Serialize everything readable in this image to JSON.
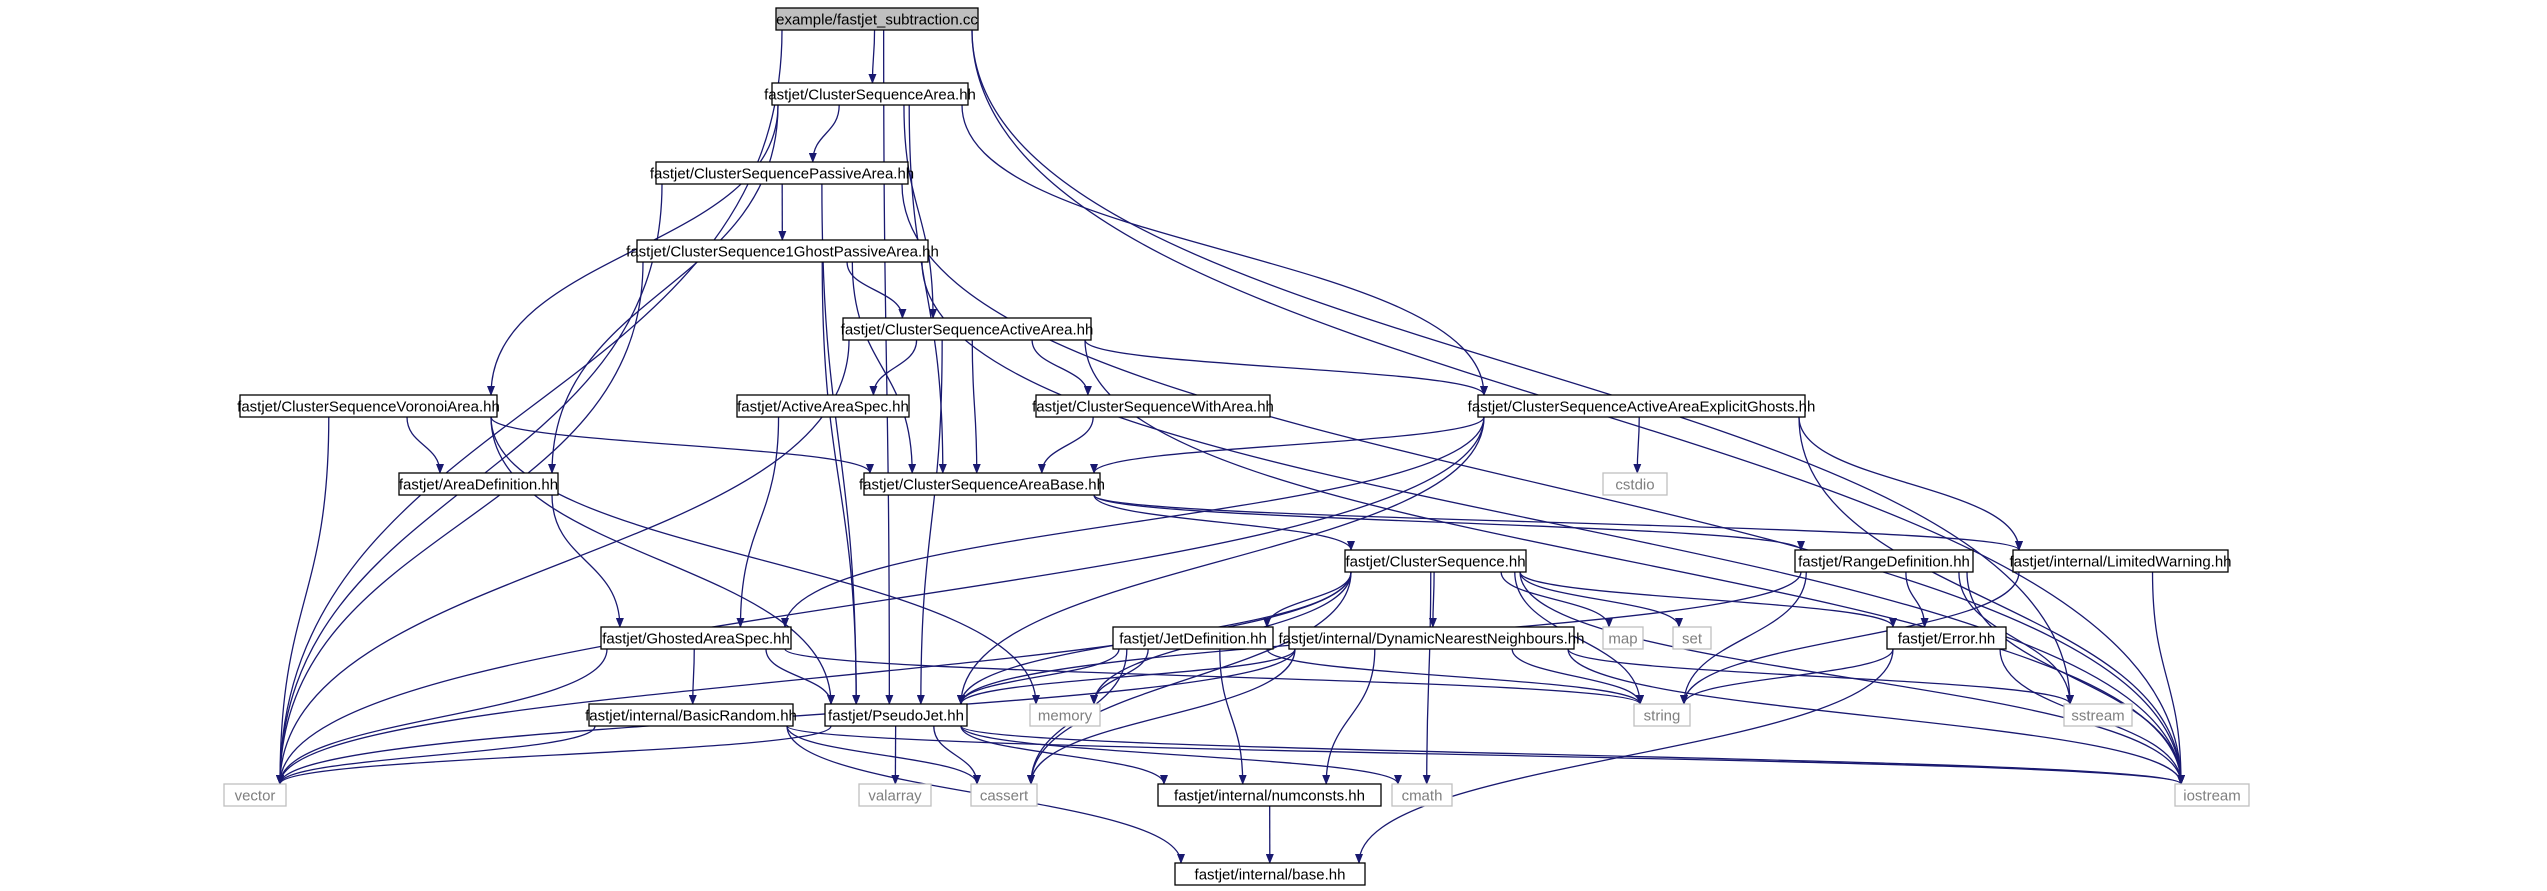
{
  "colors": {
    "edge": "#191970",
    "root_fill": "#bfbfbf",
    "node_border": "#000000",
    "external_border": "#bfbfbf",
    "external_text": "#7f7f7f"
  },
  "nodes": [
    {
      "id": "root",
      "label": "example/fastjet_subtraction.cc",
      "kind": "root"
    },
    {
      "id": "csa",
      "label": "fastjet/ClusterSequenceArea.hh",
      "kind": "header"
    },
    {
      "id": "cspa",
      "label": "fastjet/ClusterSequencePassiveArea.hh",
      "kind": "header"
    },
    {
      "id": "cs1g",
      "label": "fastjet/ClusterSequence1GhostPassiveArea.hh",
      "kind": "header"
    },
    {
      "id": "csaa",
      "label": "fastjet/ClusterSequenceActiveArea.hh",
      "kind": "header"
    },
    {
      "id": "csva",
      "label": "fastjet/ClusterSequenceVoronoiArea.hh",
      "kind": "header"
    },
    {
      "id": "aas",
      "label": "fastjet/ActiveAreaSpec.hh",
      "kind": "header"
    },
    {
      "id": "cswa",
      "label": "fastjet/ClusterSequenceWithArea.hh",
      "kind": "header"
    },
    {
      "id": "csaaeg",
      "label": "fastjet/ClusterSequenceActiveAreaExplicitGhosts.hh",
      "kind": "header"
    },
    {
      "id": "cstdio",
      "label": "cstdio",
      "kind": "external"
    },
    {
      "id": "ad",
      "label": "fastjet/AreaDefinition.hh",
      "kind": "header"
    },
    {
      "id": "csab",
      "label": "fastjet/ClusterSequenceAreaBase.hh",
      "kind": "header"
    },
    {
      "id": "cs",
      "label": "fastjet/ClusterSequence.hh",
      "kind": "header"
    },
    {
      "id": "rd",
      "label": "fastjet/RangeDefinition.hh",
      "kind": "header"
    },
    {
      "id": "lw",
      "label": "fastjet/internal/LimitedWarning.hh",
      "kind": "header"
    },
    {
      "id": "gas",
      "label": "fastjet/GhostedAreaSpec.hh",
      "kind": "header"
    },
    {
      "id": "jd",
      "label": "fastjet/JetDefinition.hh",
      "kind": "header"
    },
    {
      "id": "dnn",
      "label": "fastjet/internal/DynamicNearestNeighbours.hh",
      "kind": "header"
    },
    {
      "id": "map",
      "label": "map",
      "kind": "external"
    },
    {
      "id": "set",
      "label": "set",
      "kind": "external"
    },
    {
      "id": "err",
      "label": "fastjet/Error.hh",
      "kind": "header"
    },
    {
      "id": "br",
      "label": "fastjet/internal/BasicRandom.hh",
      "kind": "header"
    },
    {
      "id": "pj",
      "label": "fastjet/PseudoJet.hh",
      "kind": "header"
    },
    {
      "id": "memory",
      "label": "memory",
      "kind": "external"
    },
    {
      "id": "string",
      "label": "string",
      "kind": "external"
    },
    {
      "id": "sstream",
      "label": "sstream",
      "kind": "external"
    },
    {
      "id": "vector",
      "label": "vector",
      "kind": "external"
    },
    {
      "id": "valarray",
      "label": "valarray",
      "kind": "external"
    },
    {
      "id": "cassert",
      "label": "cassert",
      "kind": "external"
    },
    {
      "id": "nc",
      "label": "fastjet/internal/numconsts.hh",
      "kind": "header"
    },
    {
      "id": "cmath",
      "label": "cmath",
      "kind": "external"
    },
    {
      "id": "iostream",
      "label": "iostream",
      "kind": "external"
    },
    {
      "id": "base",
      "label": "fastjet/internal/base.hh",
      "kind": "header"
    }
  ],
  "edges": [
    [
      "root",
      "csa"
    ],
    [
      "root",
      "vector"
    ],
    [
      "root",
      "sstream"
    ],
    [
      "root",
      "iostream"
    ],
    [
      "root",
      "pj"
    ],
    [
      "csa",
      "cspa"
    ],
    [
      "csa",
      "csaa"
    ],
    [
      "csa",
      "csva"
    ],
    [
      "csa",
      "csaaeg"
    ],
    [
      "csa",
      "ad"
    ],
    [
      "csa",
      "csab"
    ],
    [
      "cspa",
      "cs1g"
    ],
    [
      "cspa",
      "vector"
    ],
    [
      "cspa",
      "iostream"
    ],
    [
      "cspa",
      "pj"
    ],
    [
      "cs1g",
      "csaa"
    ],
    [
      "cs1g",
      "csab"
    ],
    [
      "cs1g",
      "vector"
    ],
    [
      "cs1g",
      "iostream"
    ],
    [
      "cs1g",
      "pj"
    ],
    [
      "csaa",
      "aas"
    ],
    [
      "csaa",
      "cswa"
    ],
    [
      "csaa",
      "csaaeg"
    ],
    [
      "csaa",
      "csab"
    ],
    [
      "csaa",
      "pj"
    ],
    [
      "csaa",
      "vector"
    ],
    [
      "csaa",
      "iostream"
    ],
    [
      "csva",
      "ad"
    ],
    [
      "csva",
      "csab"
    ],
    [
      "csva",
      "vector"
    ],
    [
      "csva",
      "pj"
    ],
    [
      "csva",
      "memory"
    ],
    [
      "aas",
      "gas"
    ],
    [
      "cswa",
      "csab"
    ],
    [
      "csaaeg",
      "csab"
    ],
    [
      "csaaeg",
      "cstdio"
    ],
    [
      "csaaeg",
      "lw"
    ],
    [
      "csaaeg",
      "iostream"
    ],
    [
      "csaaeg",
      "gas"
    ],
    [
      "csaaeg",
      "pj"
    ],
    [
      "csaaeg",
      "vector"
    ],
    [
      "ad",
      "gas"
    ],
    [
      "csab",
      "cs"
    ],
    [
      "csab",
      "rd"
    ],
    [
      "csab",
      "lw"
    ],
    [
      "cs",
      "jd"
    ],
    [
      "cs",
      "dnn"
    ],
    [
      "cs",
      "map"
    ],
    [
      "cs",
      "set"
    ],
    [
      "cs",
      "err"
    ],
    [
      "cs",
      "string"
    ],
    [
      "cs",
      "iostream"
    ],
    [
      "cs",
      "cmath"
    ],
    [
      "cs",
      "memory"
    ],
    [
      "cs",
      "cassert"
    ],
    [
      "cs",
      "pj"
    ],
    [
      "cs",
      "vector"
    ],
    [
      "rd",
      "pj"
    ],
    [
      "rd",
      "err"
    ],
    [
      "rd",
      "sstream"
    ],
    [
      "rd",
      "iostream"
    ],
    [
      "rd",
      "string"
    ],
    [
      "lw",
      "iostream"
    ],
    [
      "lw",
      "string"
    ],
    [
      "gas",
      "br"
    ],
    [
      "gas",
      "pj"
    ],
    [
      "gas",
      "vector"
    ],
    [
      "gas",
      "string"
    ],
    [
      "jd",
      "pj"
    ],
    [
      "jd",
      "string"
    ],
    [
      "jd",
      "memory"
    ],
    [
      "jd",
      "cassert"
    ],
    [
      "jd",
      "nc"
    ],
    [
      "dnn",
      "pj"
    ],
    [
      "dnn",
      "string"
    ],
    [
      "dnn",
      "cassert"
    ],
    [
      "dnn",
      "nc"
    ],
    [
      "dnn",
      "iostream"
    ],
    [
      "dnn",
      "sstream"
    ],
    [
      "dnn",
      "vector"
    ],
    [
      "err",
      "string"
    ],
    [
      "err",
      "iostream"
    ],
    [
      "err",
      "base"
    ],
    [
      "br",
      "vector"
    ],
    [
      "br",
      "cassert"
    ],
    [
      "br",
      "base"
    ],
    [
      "br",
      "iostream"
    ],
    [
      "pj",
      "vector"
    ],
    [
      "pj",
      "valarray"
    ],
    [
      "pj",
      "cassert"
    ],
    [
      "pj",
      "nc"
    ],
    [
      "pj",
      "cmath"
    ],
    [
      "pj",
      "iostream"
    ],
    [
      "nc",
      "base"
    ]
  ]
}
